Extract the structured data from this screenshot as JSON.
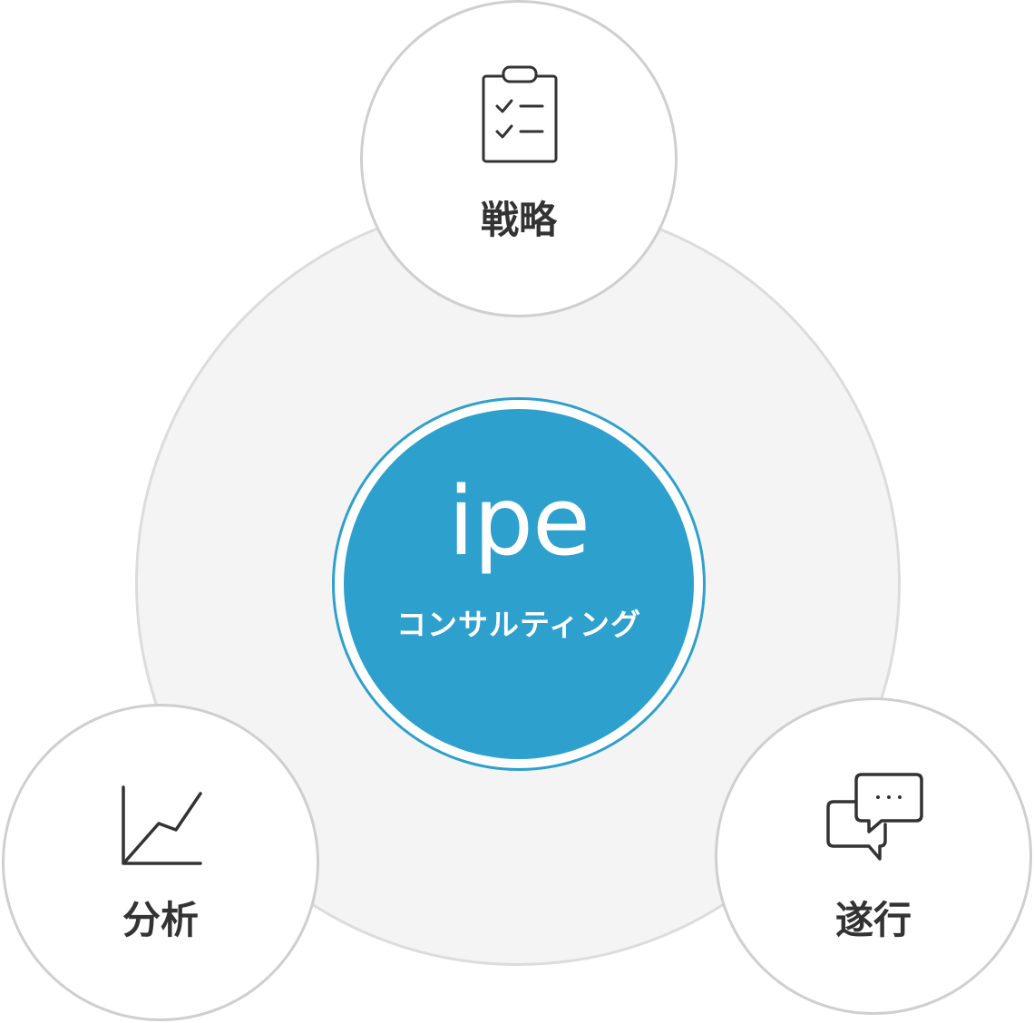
{
  "center": {
    "brand": "ipe",
    "subtitle": "コンサルティング"
  },
  "nodes": {
    "strategy": {
      "label": "戦略",
      "icon": "clipboard-checklist-icon"
    },
    "analysis": {
      "label": "分析",
      "icon": "line-chart-icon"
    },
    "execution": {
      "label": "遂行",
      "icon": "chat-bubbles-icon"
    }
  },
  "colors": {
    "accent": "#2ea0ce",
    "ring_fill": "#f4f4f4",
    "ring_border": "#dcdcdc",
    "node_border": "#cfcfcf",
    "text": "#333333"
  }
}
